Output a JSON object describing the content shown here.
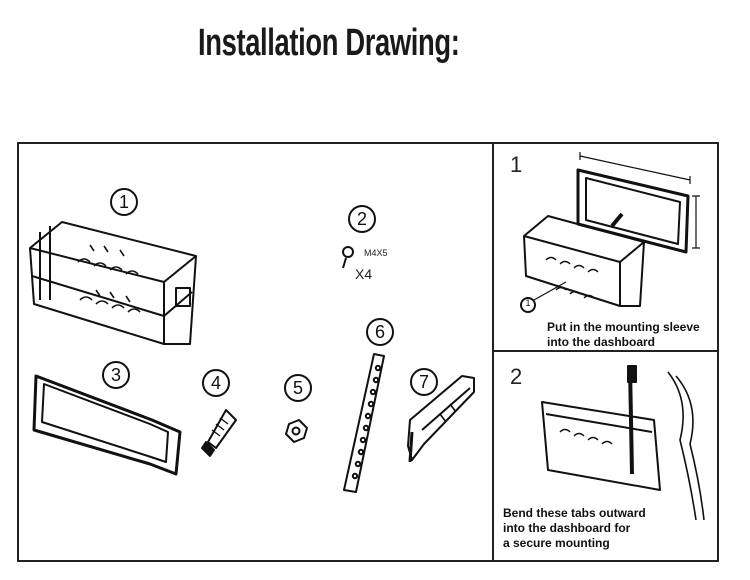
{
  "title": "Installation Drawing:",
  "parts": [
    {
      "number": "1"
    },
    {
      "number": "2"
    },
    {
      "number": "3"
    },
    {
      "number": "4"
    },
    {
      "number": "5"
    },
    {
      "number": "6"
    },
    {
      "number": "7"
    }
  ],
  "screw_spec": "M4X5",
  "screw_qty": "X4",
  "steps": [
    {
      "number": "1",
      "caption_line1": "Put in the mounting sleeve",
      "caption_line2": "into the dashboard",
      "callout": "1"
    },
    {
      "number": "2",
      "caption_line1": "Bend these tabs outward",
      "caption_line2": "into the dashboard for",
      "caption_line3": "a secure mounting"
    }
  ]
}
